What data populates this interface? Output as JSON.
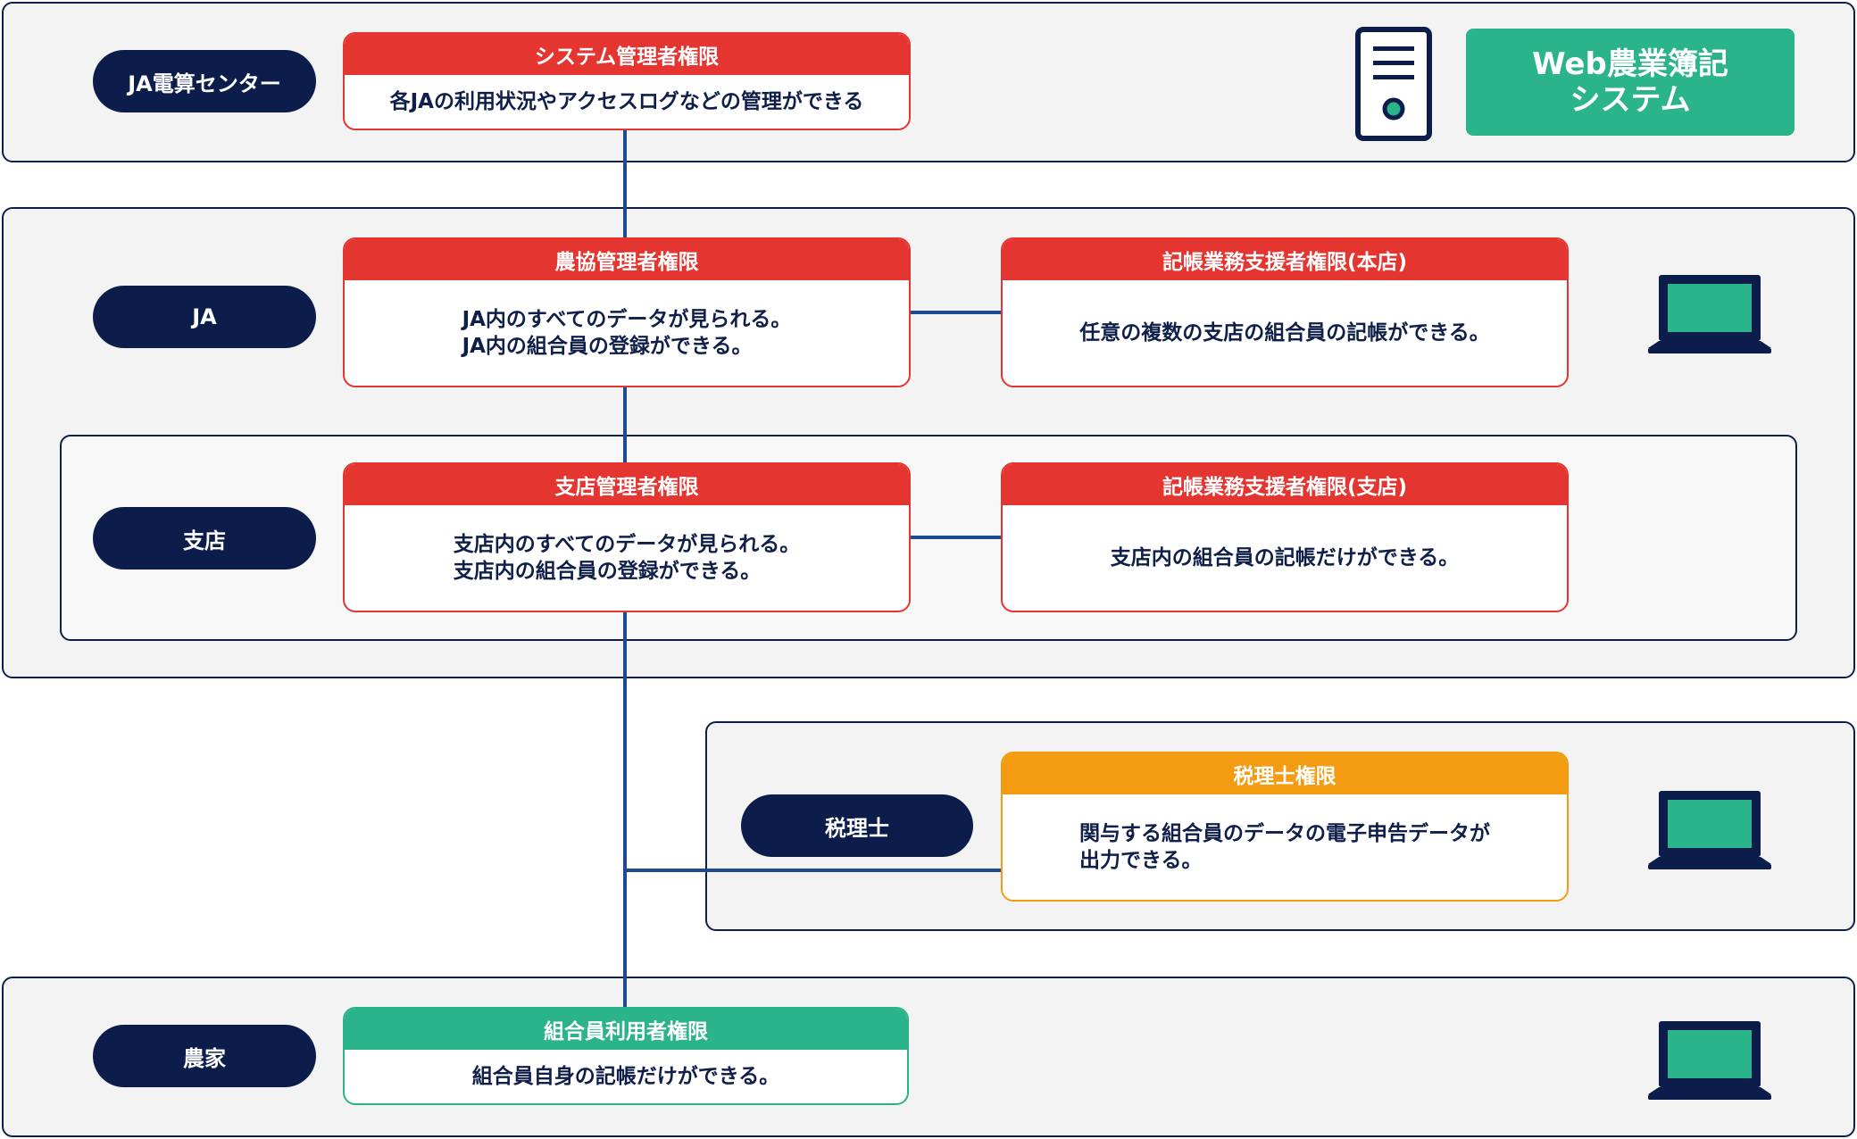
{
  "system_badge": {
    "line1": "Web農業簿記",
    "line2": "システム"
  },
  "roles": {
    "center": "JA電算センター",
    "ja": "JA",
    "branch": "支店",
    "tax": "税理士",
    "farmer": "農家"
  },
  "cards": {
    "system_admin": {
      "title": "システム管理者権限",
      "lines": [
        "各JAの利用状況やアクセスログなどの管理ができる"
      ]
    },
    "ja_admin": {
      "title": "農協管理者権限",
      "lines": [
        "JA内のすべてのデータが見られる。",
        "JA内の組合員の登録ができる。"
      ]
    },
    "ja_support": {
      "title": "記帳業務支援者権限(本店)",
      "lines": [
        "任意の複数の支店の組合員の記帳ができる。"
      ]
    },
    "branch_admin": {
      "title": "支店管理者権限",
      "lines": [
        "支店内のすべてのデータが見られる。",
        "支店内の組合員の登録ができる。"
      ]
    },
    "branch_support": {
      "title": "記帳業務支援者権限(支店)",
      "lines": [
        "支店内の組合員の記帳だけができる。"
      ]
    },
    "tax": {
      "title": "税理士権限",
      "lines": [
        "関与する組合員のデータの電子申告データが",
        "出力できる。"
      ]
    },
    "member": {
      "title": "組合員利用者権限",
      "lines": [
        "組合員自身の記帳だけができる。"
      ]
    }
  },
  "icons": {
    "server": "server-icon",
    "laptop": "laptop-icon"
  },
  "colors": {
    "navy": "#0c1d4b",
    "red": "#e53530",
    "orange": "#f39c12",
    "green": "#2bb38a",
    "line": "#1e4a92"
  }
}
